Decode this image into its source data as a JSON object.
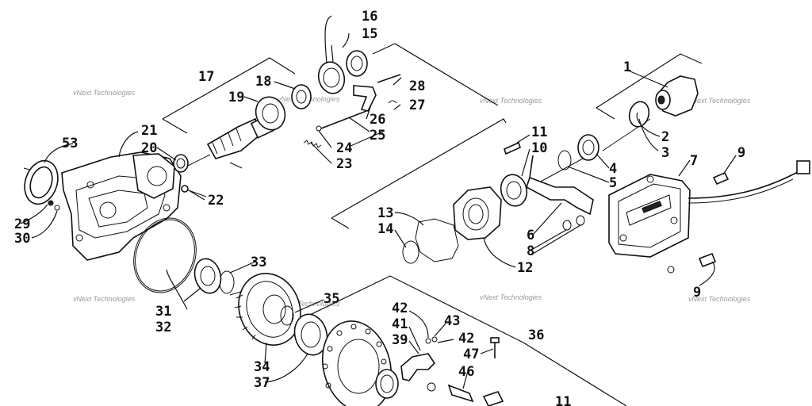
{
  "watermark": {
    "text": "vNext Technologies"
  },
  "callouts": [
    {
      "id": "c1",
      "text": "1"
    },
    {
      "id": "c2",
      "text": "2"
    },
    {
      "id": "c3",
      "text": "3"
    },
    {
      "id": "c4",
      "text": "4"
    },
    {
      "id": "c5",
      "text": "5"
    },
    {
      "id": "c6",
      "text": "6"
    },
    {
      "id": "c7",
      "text": "7"
    },
    {
      "id": "c8",
      "text": "8"
    },
    {
      "id": "c9a",
      "text": "9"
    },
    {
      "id": "c9b",
      "text": "9"
    },
    {
      "id": "c10",
      "text": "10"
    },
    {
      "id": "c11a",
      "text": "11"
    },
    {
      "id": "c11b",
      "text": "11"
    },
    {
      "id": "c12",
      "text": "12"
    },
    {
      "id": "c13",
      "text": "13"
    },
    {
      "id": "c14",
      "text": "14"
    },
    {
      "id": "c15",
      "text": "15"
    },
    {
      "id": "c16",
      "text": "16"
    },
    {
      "id": "c17",
      "text": "17"
    },
    {
      "id": "c18",
      "text": "18"
    },
    {
      "id": "c19",
      "text": "19"
    },
    {
      "id": "c20",
      "text": "20"
    },
    {
      "id": "c21",
      "text": "21"
    },
    {
      "id": "c22",
      "text": "22"
    },
    {
      "id": "c23",
      "text": "23"
    },
    {
      "id": "c24",
      "text": "24"
    },
    {
      "id": "c25",
      "text": "25"
    },
    {
      "id": "c26",
      "text": "26"
    },
    {
      "id": "c27",
      "text": "27"
    },
    {
      "id": "c28",
      "text": "28"
    },
    {
      "id": "c29",
      "text": "29"
    },
    {
      "id": "c30",
      "text": "30"
    },
    {
      "id": "c31",
      "text": "31"
    },
    {
      "id": "c32",
      "text": "32"
    },
    {
      "id": "c33",
      "text": "33"
    },
    {
      "id": "c34",
      "text": "34"
    },
    {
      "id": "c35",
      "text": "35"
    },
    {
      "id": "c36",
      "text": "36"
    },
    {
      "id": "c37",
      "text": "37"
    },
    {
      "id": "c39",
      "text": "39"
    },
    {
      "id": "c41",
      "text": "41"
    },
    {
      "id": "c42a",
      "text": "42"
    },
    {
      "id": "c42b",
      "text": "42"
    },
    {
      "id": "c43",
      "text": "43"
    },
    {
      "id": "c46",
      "text": "46"
    },
    {
      "id": "c47",
      "text": "47"
    },
    {
      "id": "c53",
      "text": "53"
    }
  ]
}
